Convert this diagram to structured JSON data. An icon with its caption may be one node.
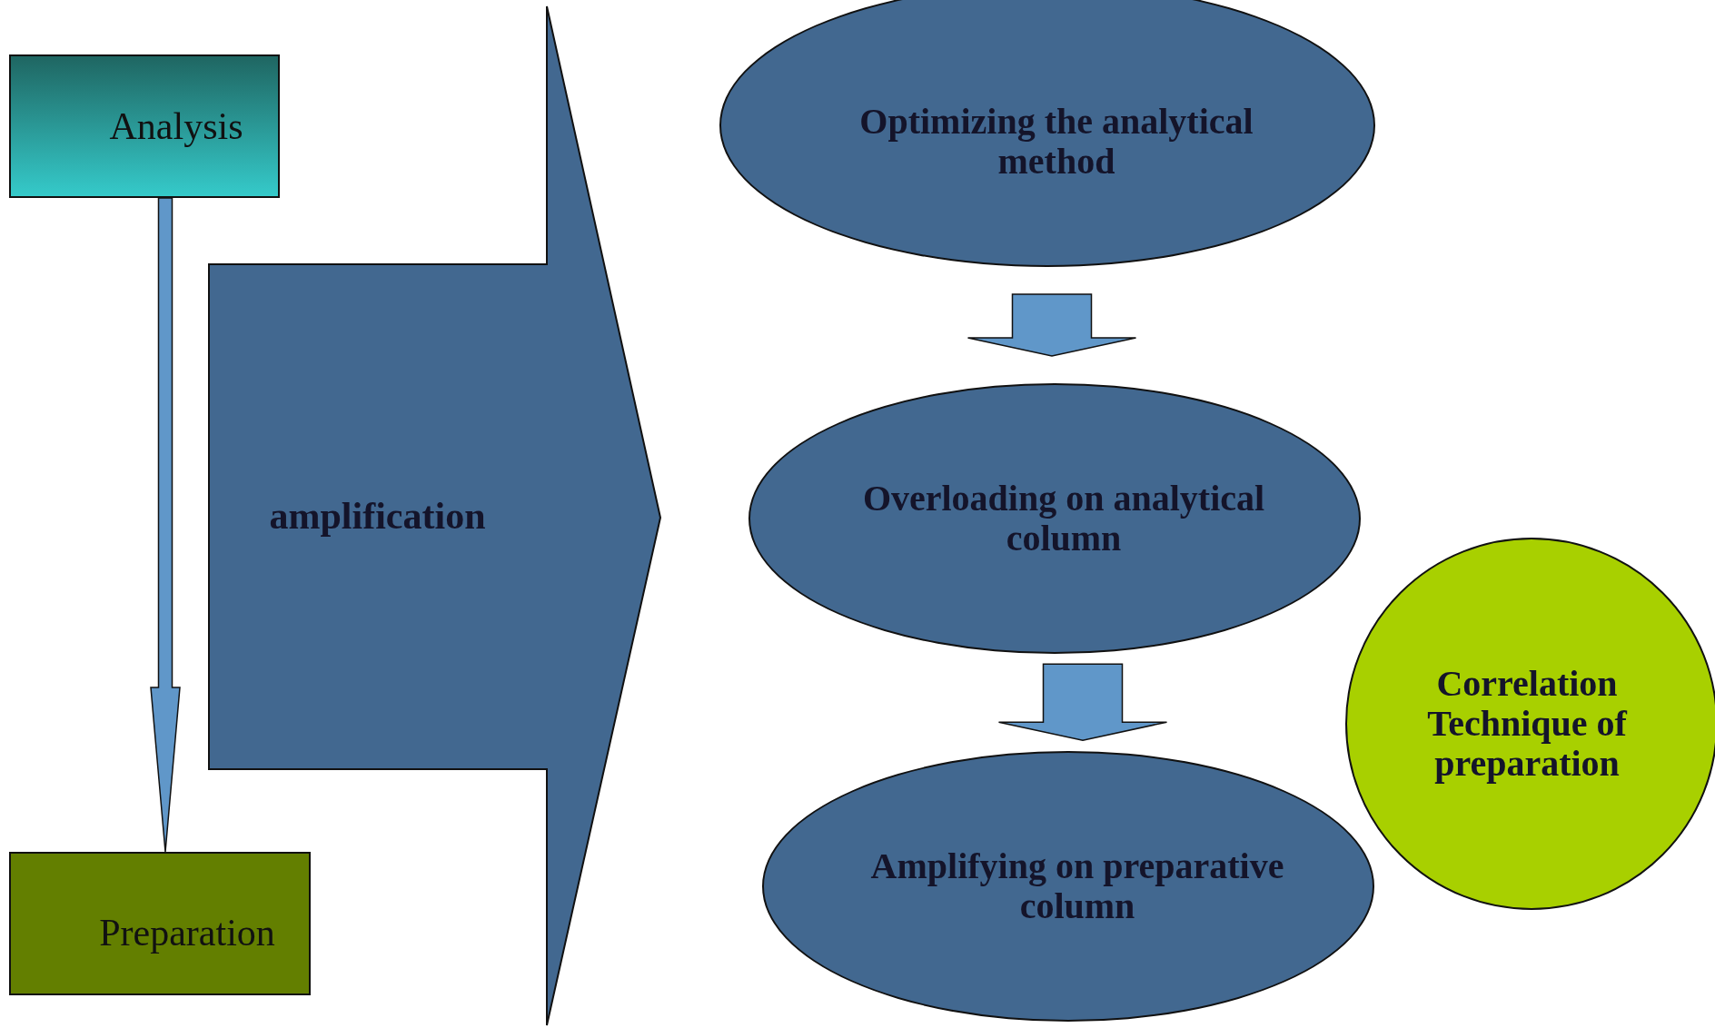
{
  "diagram": {
    "nodes": [
      {
        "text": [
          "Analysis"
        ]
      },
      {
        "text": [
          "Preparation"
        ]
      },
      {
        "text": [
          "amplification"
        ]
      },
      {
        "text": [
          "Optimizing the analytical method"
        ]
      },
      {
        "text": [
          "Overloading on analytical column"
        ]
      },
      {
        "text": [
          "Amplifying on preparative column"
        ]
      },
      {
        "text": [
          "Correlation Technique of preparation"
        ]
      }
    ],
    "edges": [
      {
        "from": 0,
        "to": 1,
        "arrow": "to"
      },
      {
        "from": 3,
        "to": 4,
        "arrow": "to"
      },
      {
        "from": 4,
        "to": 5,
        "arrow": "to"
      }
    ]
  }
}
